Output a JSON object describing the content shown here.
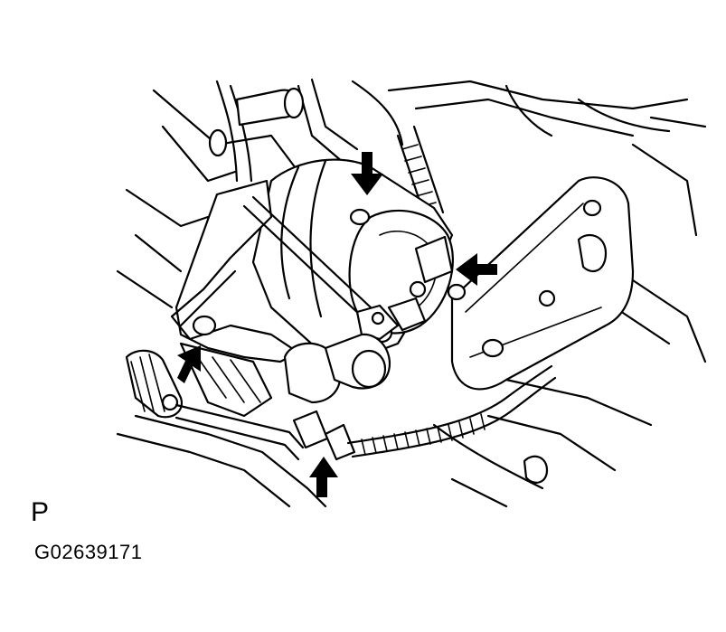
{
  "diagram": {
    "view_letter": "P",
    "figure_code": "G02639171",
    "colors": {
      "ink": "#000000",
      "paper": "#ffffff"
    },
    "arrow_count": 4
  }
}
